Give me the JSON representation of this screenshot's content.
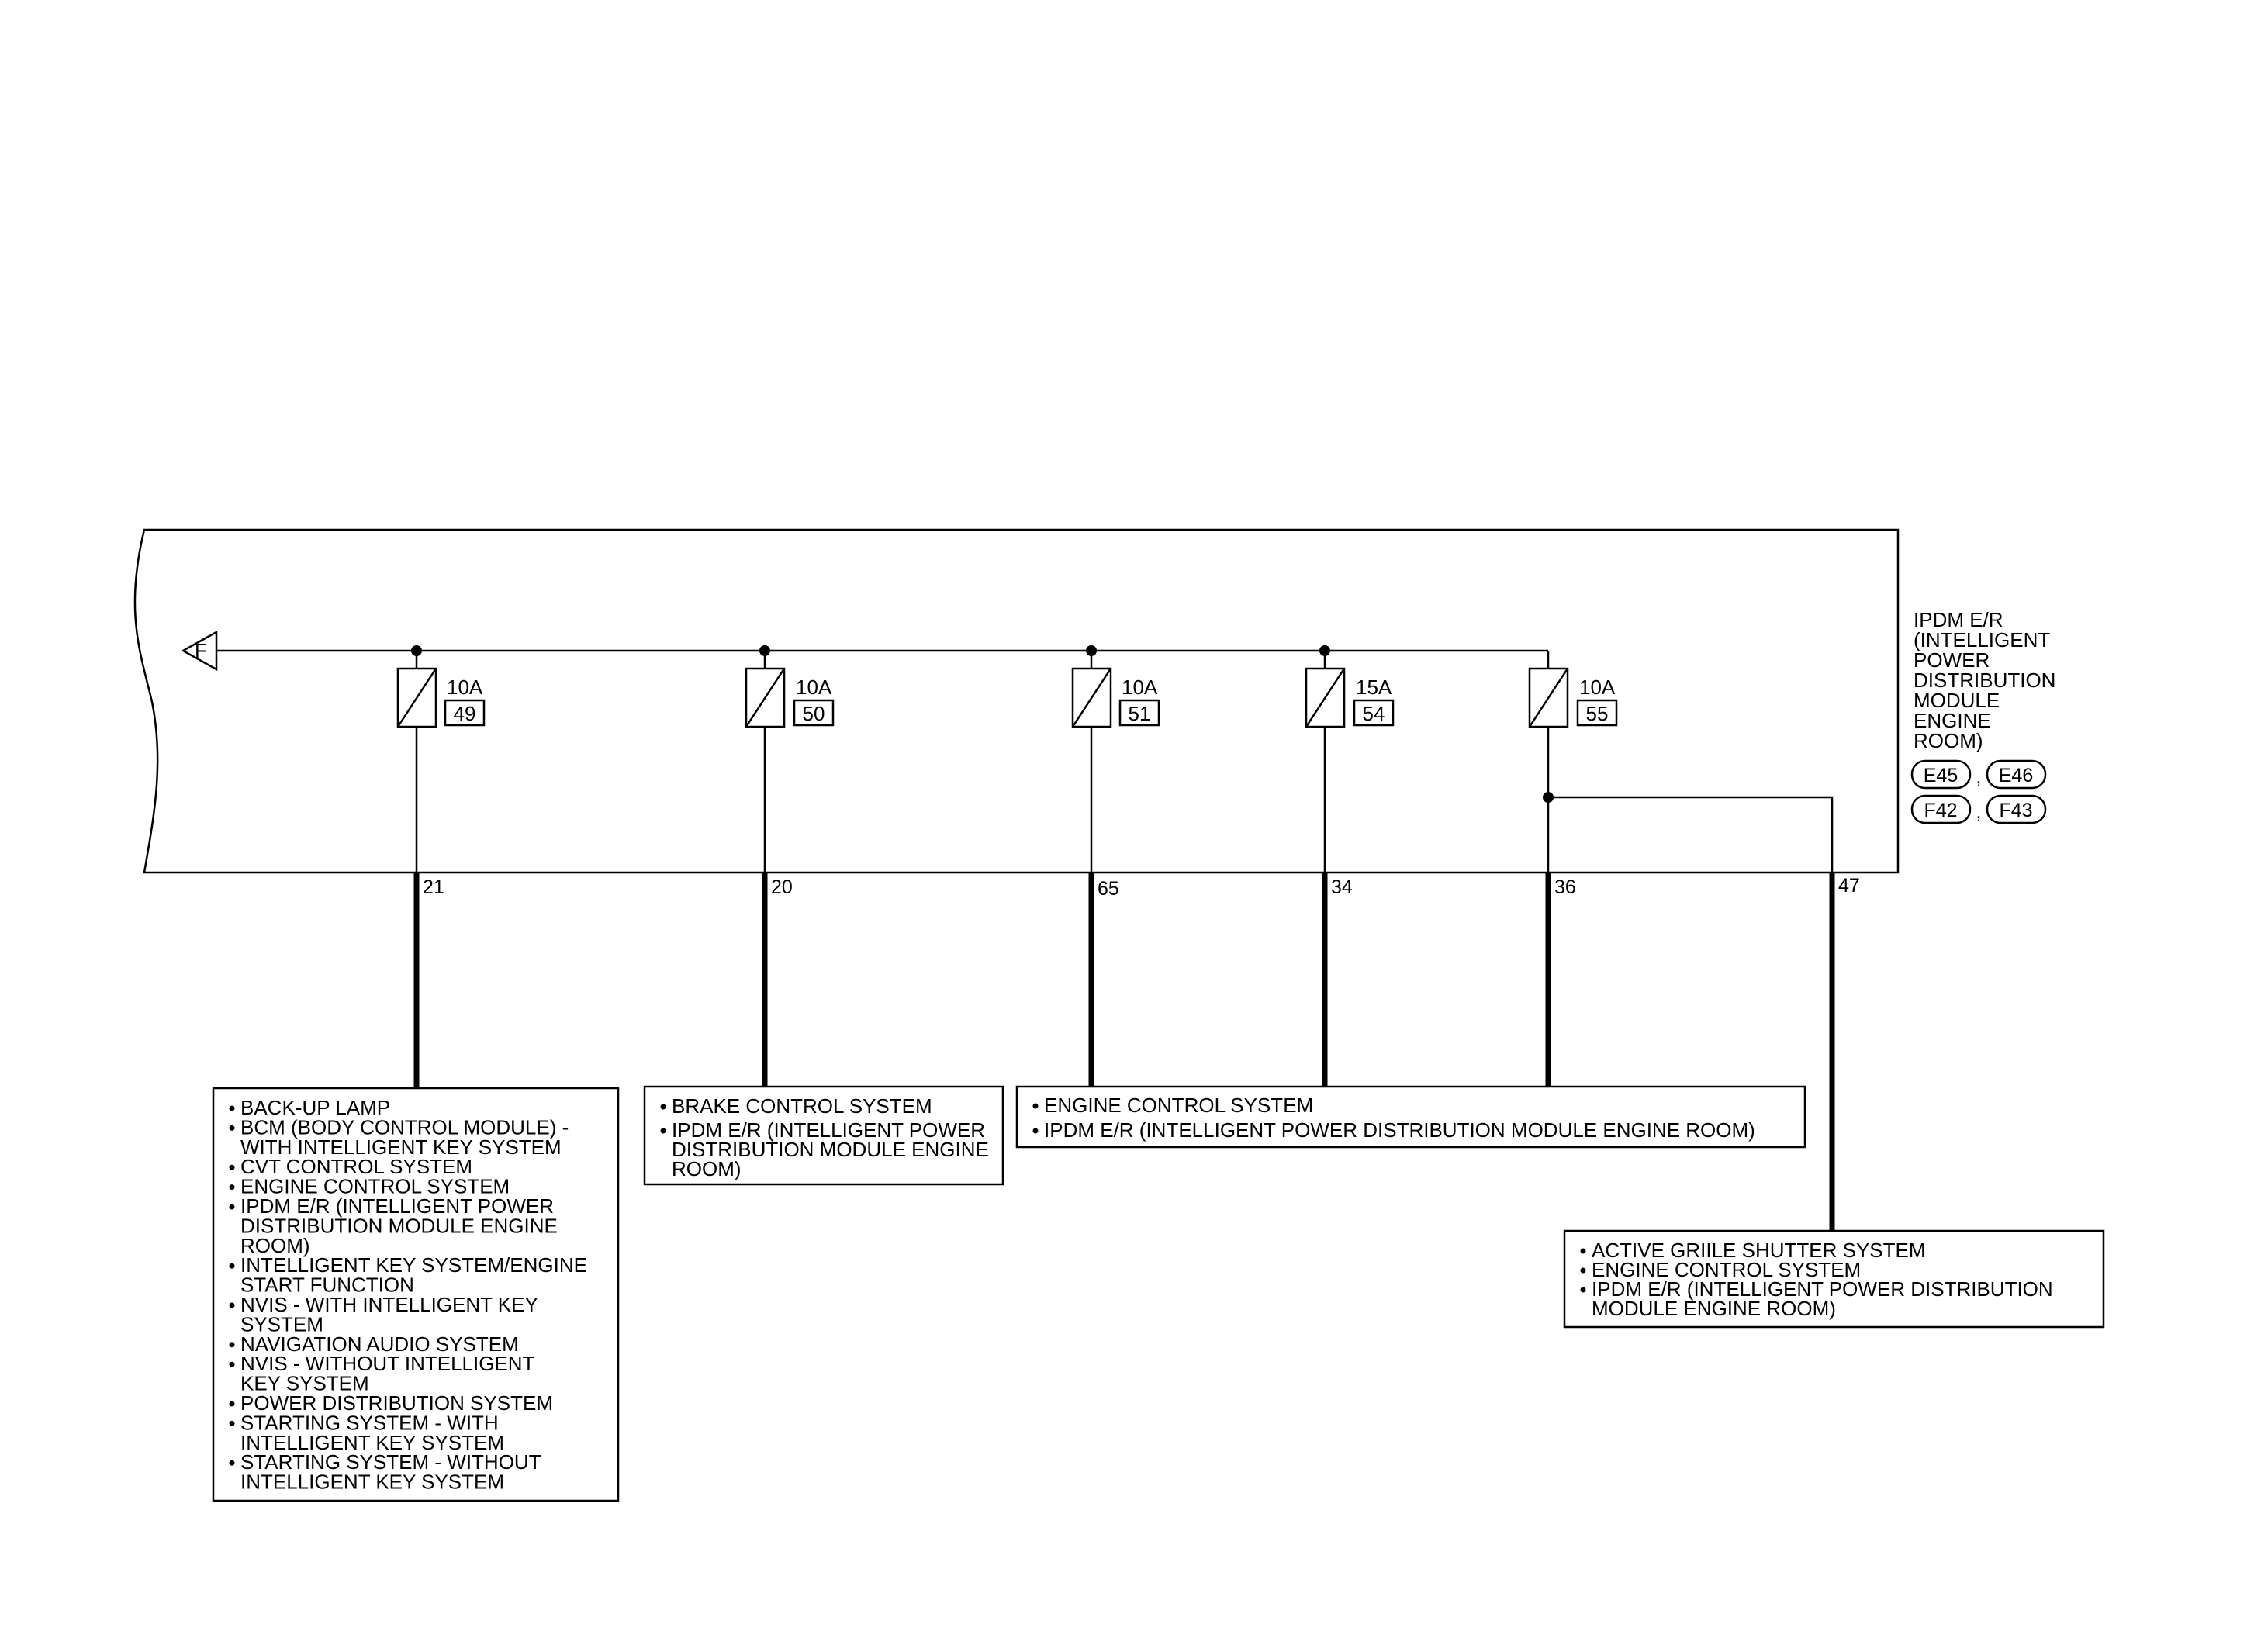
{
  "module": {
    "name_lines": [
      "IPDM E/R",
      "(INTELLIGENT",
      "POWER",
      "DISTRIBUTION",
      "MODULE",
      "ENGINE",
      "ROOM)"
    ],
    "connectors": [
      "E45",
      "E46",
      "F42",
      "F43"
    ],
    "separator": ","
  },
  "bus_flag": "F",
  "fuses": [
    {
      "rating": "10A",
      "number": "49"
    },
    {
      "rating": "10A",
      "number": "50"
    },
    {
      "rating": "10A",
      "number": "51"
    },
    {
      "rating": "15A",
      "number": "54"
    },
    {
      "rating": "10A",
      "number": "55"
    }
  ],
  "pins": [
    "21",
    "20",
    "65",
    "34",
    "36",
    "47"
  ],
  "destinations": [
    {
      "items": [
        [
          "BACK-UP LAMP"
        ],
        [
          "BCM (BODY CONTROL MODULE) -",
          "WITH INTELLIGENT KEY SYSTEM"
        ],
        [
          "CVT CONTROL SYSTEM"
        ],
        [
          "ENGINE CONTROL SYSTEM"
        ],
        [
          "IPDM E/R (INTELLIGENT POWER",
          "DISTRIBUTION MODULE ENGINE",
          "ROOM)"
        ],
        [
          "INTELLIGENT KEY SYSTEM/ENGINE",
          "START FUNCTION"
        ],
        [
          "NVIS - WITH INTELLIGENT KEY",
          "SYSTEM"
        ],
        [
          "NAVIGATION AUDIO SYSTEM"
        ],
        [
          "NVIS - WITHOUT INTELLIGENT",
          "KEY SYSTEM"
        ],
        [
          "POWER DISTRIBUTION SYSTEM"
        ],
        [
          "STARTING SYSTEM - WITH",
          "INTELLIGENT KEY SYSTEM"
        ],
        [
          "STARTING SYSTEM - WITHOUT",
          "INTELLIGENT KEY SYSTEM"
        ]
      ]
    },
    {
      "items": [
        [
          "BRAKE CONTROL SYSTEM"
        ],
        [
          "IPDM E/R (INTELLIGENT POWER",
          "DISTRIBUTION MODULE ENGINE",
          "ROOM)"
        ]
      ]
    },
    {
      "items": [
        [
          "ENGINE CONTROL SYSTEM"
        ],
        [
          "IPDM E/R (INTELLIGENT POWER DISTRIBUTION MODULE ENGINE ROOM)"
        ]
      ]
    },
    {
      "items": [
        [
          "ACTIVE GRIILE SHUTTER SYSTEM"
        ],
        [
          "ENGINE CONTROL SYSTEM"
        ],
        [
          "IPDM E/R (INTELLIGENT POWER DISTRIBUTION",
          "MODULE ENGINE ROOM)"
        ]
      ]
    }
  ]
}
